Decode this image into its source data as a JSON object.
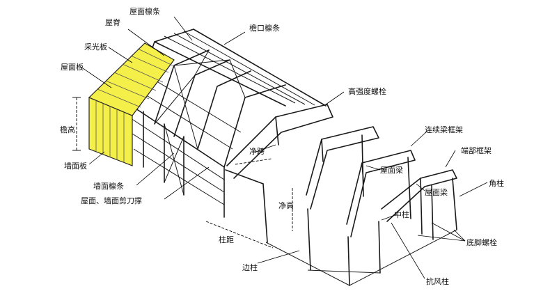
{
  "colors": {
    "panel": "#f5ef4a",
    "panel_stroke": "#222222",
    "line": "#1a1a1a",
    "text": "#111111"
  },
  "labels": {
    "roof_purlin": "屋面檩条",
    "ridge": "屋脊",
    "eave_purlin": "檐口檩条",
    "skylight_panel": "采光板",
    "roof_panel": "屋面板",
    "high_strength_bolt": "高强度螺栓",
    "eave_height": "檐高",
    "continuous_frame": "连续梁框架",
    "clear_span": "净跨",
    "end_frame": "端部框架",
    "wall_panel": "墙面板",
    "roof_beam_1": "屋面梁",
    "corner_column": "角柱",
    "roof_beam_2": "屋面梁",
    "wall_purlin": "墙面檩条",
    "bracing": "屋面、墙面剪刀撑",
    "clear_height": "净高",
    "middle_column": "中柱",
    "anchor_bolt": "底脚螺栓",
    "bay_spacing": "柱距",
    "side_column": "边柱",
    "wind_column": "抗风柱"
  }
}
